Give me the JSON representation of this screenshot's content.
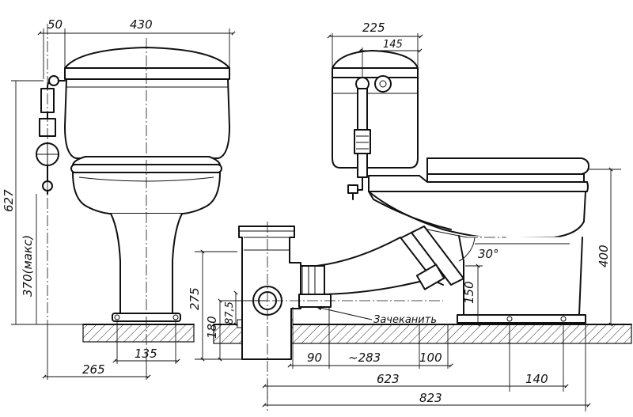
{
  "dimensions": {
    "left_view": {
      "pipe_offset": "50",
      "tank_width": "430",
      "overall_height": "627",
      "valve_height": "370(макс)",
      "base_width": "135",
      "base_offset": "265"
    },
    "side_view": {
      "tank_depth": "225",
      "flush_offset": "145",
      "bowl_height": "400",
      "outlet_angle": "30°",
      "outlet_height": "150",
      "socket_height": "275",
      "pipe_center": "180",
      "outlet_center": "87,5",
      "socket_to_floor": "90",
      "pipe_length": "~283",
      "bowl_to_socket": "100",
      "socket_span": "623",
      "rear_span": "140",
      "overall_length": "823"
    }
  },
  "annotations": {
    "caulk_label": "Зачеканить"
  }
}
